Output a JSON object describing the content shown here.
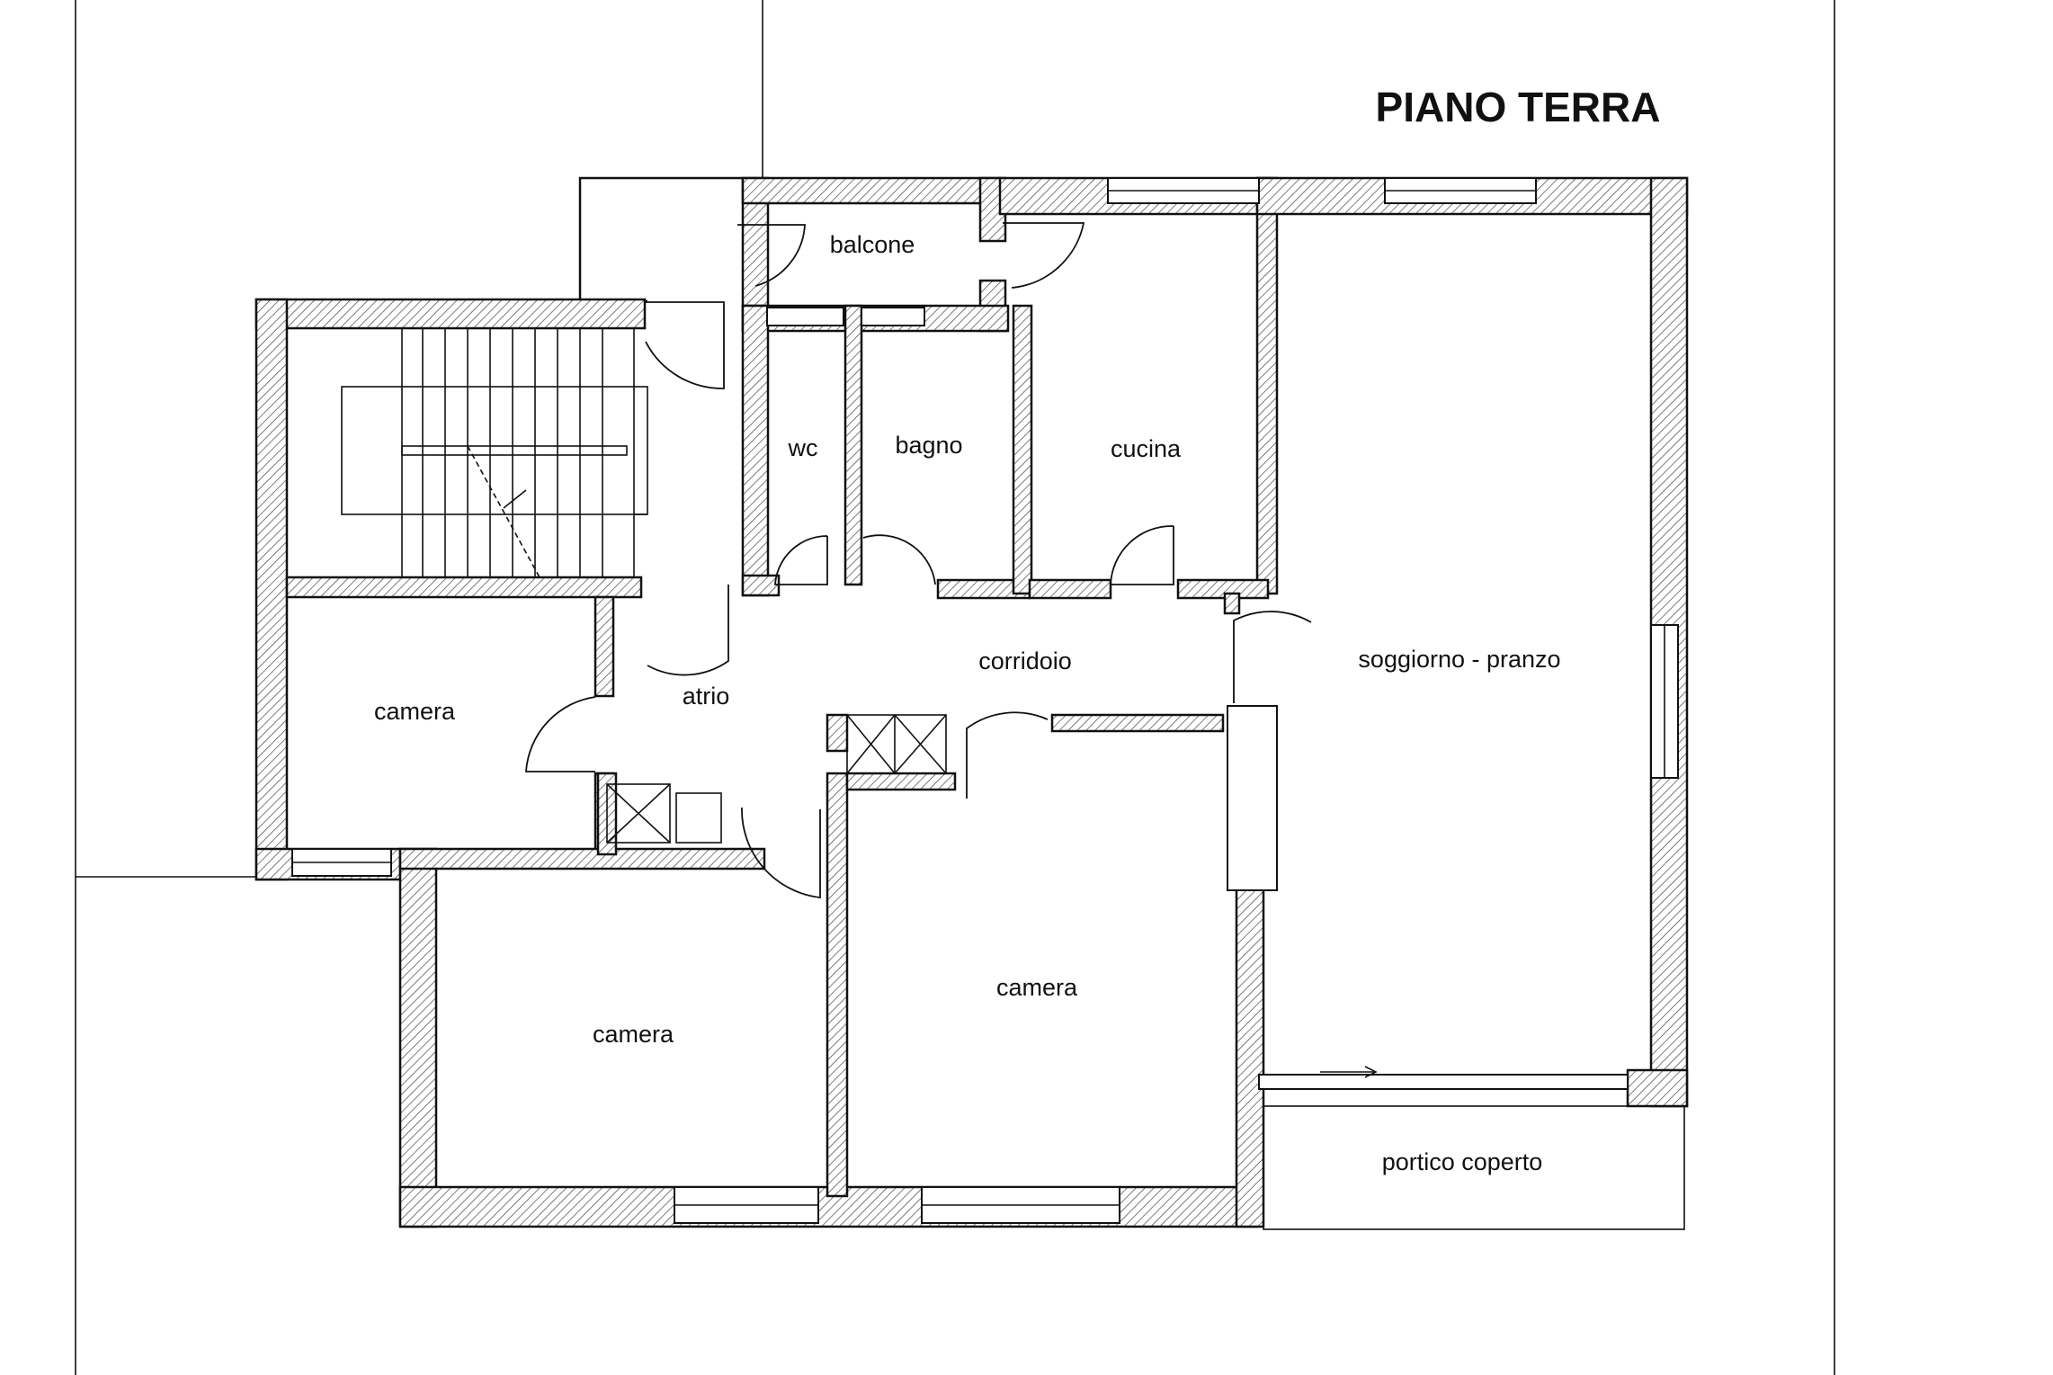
{
  "title": "PIANO TERRA",
  "rooms": {
    "balcone": "balcone",
    "wc": "wc",
    "bagno": "bagno",
    "cucina": "cucina",
    "camera_left": "camera",
    "atrio": "atrio",
    "corridoio": "corridoio",
    "soggiorno": "soggiorno - pranzo",
    "camera_center": "camera",
    "camera_bottom": "camera",
    "portico": "portico coperto"
  }
}
